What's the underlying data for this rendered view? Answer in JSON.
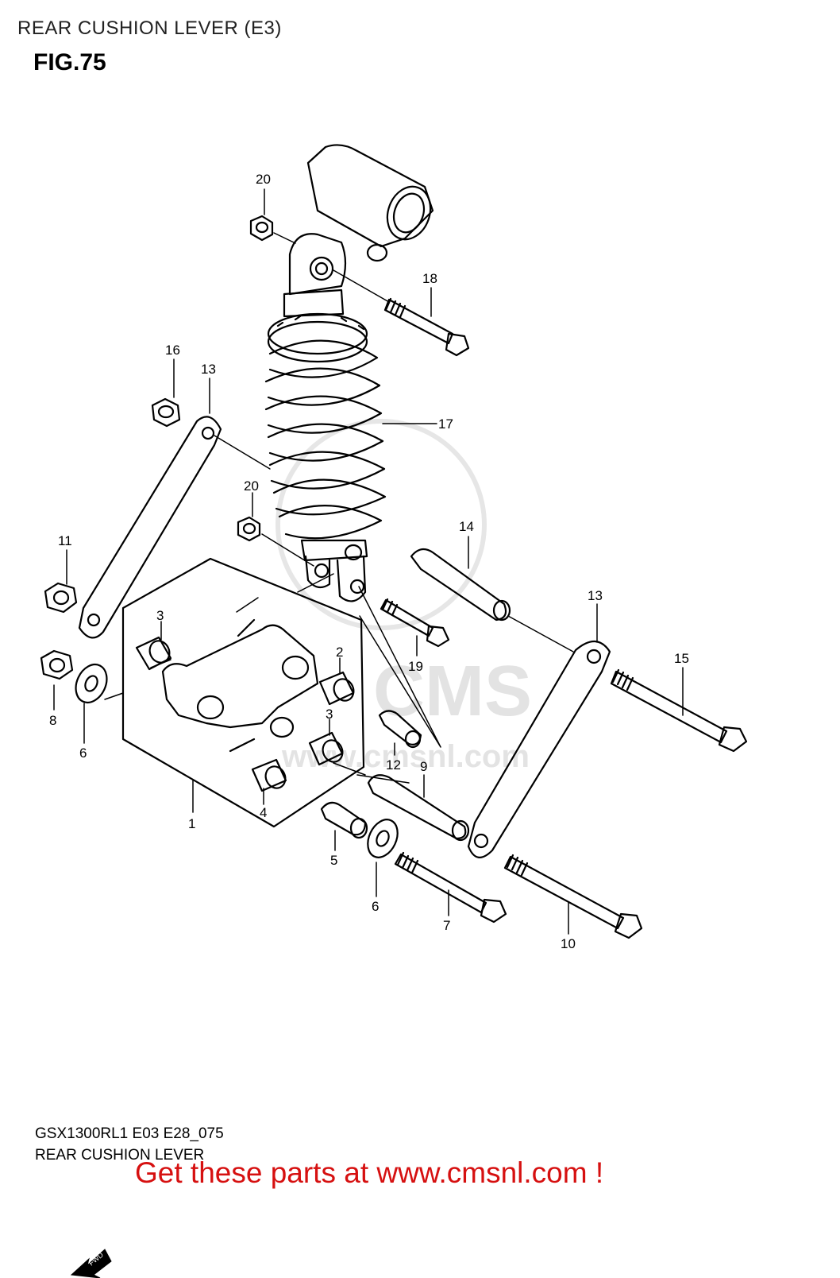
{
  "header": {
    "title": "REAR CUSHION LEVER (E3)",
    "figure": "FIG.75"
  },
  "watermark": {
    "brand": "CMS",
    "url": "www.cmsnl.com"
  },
  "callouts": {
    "c1": "1",
    "c2": "2",
    "c3a": "3",
    "c3b": "3",
    "c4": "4",
    "c5": "5",
    "c6a": "6",
    "c6b": "6",
    "c7": "7",
    "c8": "8",
    "c9": "9",
    "c10": "10",
    "c11": "11",
    "c12": "12",
    "c13a": "13",
    "c13b": "13",
    "c14": "14",
    "c15": "15",
    "c16": "16",
    "c17": "17",
    "c18": "18",
    "c19": "19",
    "c20a": "20",
    "c20b": "20"
  },
  "fwd_label": "FWD",
  "footer": {
    "model": "GSX1300RL1 E03 E28_075",
    "section": "REAR CUSHION LEVER",
    "promo": "Get these parts at www.cmsnl.com !"
  },
  "colors": {
    "line": "#000000",
    "watermark": "#e3e3e3",
    "promo": "#d61010"
  }
}
